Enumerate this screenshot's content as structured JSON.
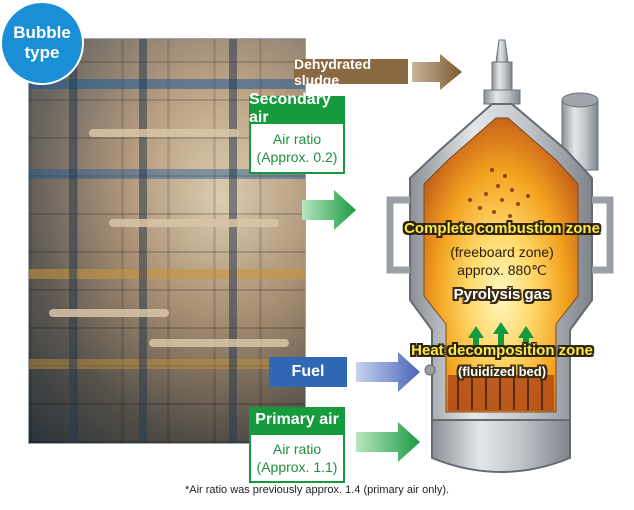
{
  "badge": {
    "line1": "Bubble",
    "line2": "type"
  },
  "sludge_label": "Dehydrated sludge",
  "secondary_air": {
    "title": "Secondary air",
    "line1": "Air ratio",
    "line2": "(Approx. 0.2)"
  },
  "primary_air": {
    "title": "Primary air",
    "line1": "Air ratio",
    "line2": "(Approx. 1.1)"
  },
  "fuel_label": "Fuel",
  "furnace": {
    "complete_zone": "Complete combustion zone",
    "freeboard": "(freeboard zone)",
    "temperature": "approx. 880℃",
    "pyrolysis": "Pyrolysis gas",
    "heat_zone": "Heat decomposition zone",
    "bed": "(fluidized bed)"
  },
  "footnote": "*Air ratio was previously approx. 1.4 (primary air only).",
  "colors": {
    "green": "#169a3e",
    "brown": "#8a6a42",
    "blue": "#2f67b5",
    "badge": "#1a8fd6"
  }
}
